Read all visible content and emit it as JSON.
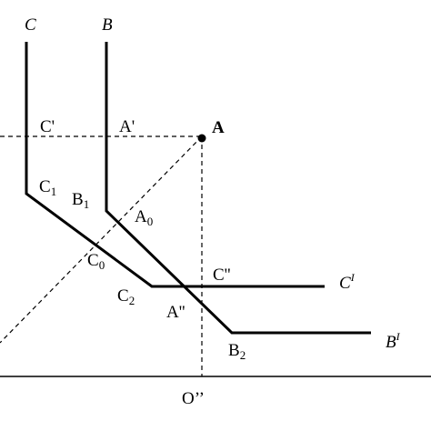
{
  "labels": {
    "C_top": "C",
    "B_top": "B",
    "A": "A",
    "C_prime": "C'",
    "A_prime": "A'",
    "C1_base": "C",
    "C1_sub": "1",
    "B1_base": "B",
    "B1_sub": "1",
    "A0_base": "A",
    "A0_sub": "0",
    "C0_base": "C",
    "C0_sub": "0",
    "C2_base": "C",
    "C2_sub": "2",
    "C_dblprime": "C''",
    "A_dblprime": "A''",
    "CI_base": "C",
    "CI_sup": "I",
    "BI_base": "B",
    "BI_sup": "I",
    "B2_base": "B",
    "B2_sub": "2",
    "O_dblprime": "O’’"
  }
}
